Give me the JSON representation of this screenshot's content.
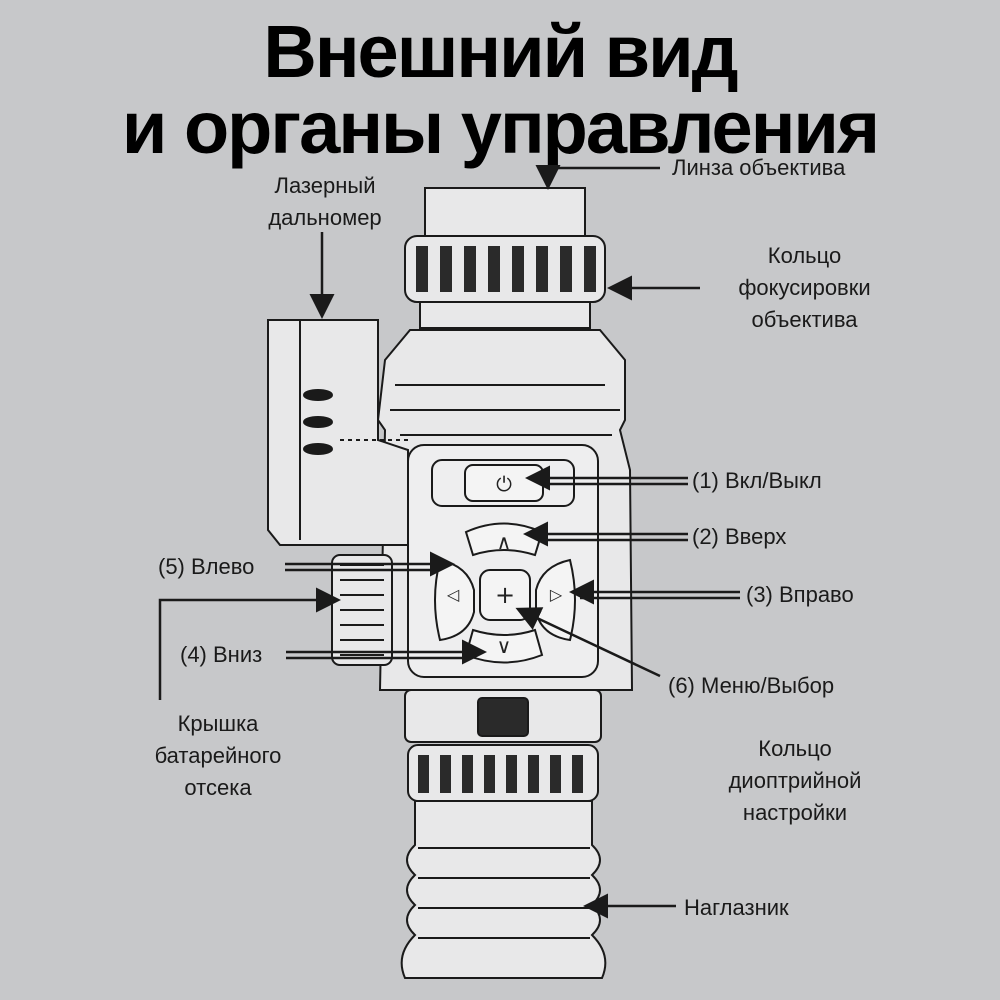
{
  "title": {
    "line1": "Внешний вид",
    "line2": "и органы управления"
  },
  "labels": {
    "objective_lens": "Линза объектива",
    "focus_ring": [
      "Кольцо",
      "фокусировки",
      "объектива"
    ],
    "laser_rangefinder": [
      "Лазерный",
      "дальномер"
    ],
    "power": "(1) Вкл/Выкл",
    "up": "(2) Вверх",
    "right": "(3) Вправо",
    "down": "(4) Вниз",
    "left": "(5) Влево",
    "menu": "(6) Меню/Выбор",
    "battery_cover": [
      "Крышка",
      "батарейного",
      "отсека"
    ],
    "diopter_ring": [
      "Кольцо",
      "диоптрийной",
      "настройки"
    ],
    "eyecup": "Наглазник"
  },
  "buttons": {
    "power_glyph": "⏻",
    "up_glyph": "∧",
    "down_glyph": "∨",
    "left_glyph": "◁",
    "right_glyph": "▷",
    "menu_glyph": "+"
  },
  "colors": {
    "background": "#c7c8ca",
    "device_fill": "#e8e8e9",
    "stroke": "#1a1a1a"
  }
}
